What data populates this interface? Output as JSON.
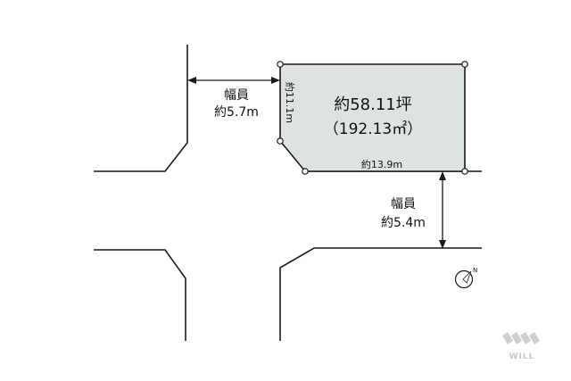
{
  "lot": {
    "area_tsubo": "約58.11坪",
    "area_sqm": "（192.13㎡）",
    "side_left": "約11.1m",
    "side_bottom": "約13.9m"
  },
  "roads": [
    {
      "title": "幅員",
      "width": "約5.7m"
    },
    {
      "title": "幅員",
      "width": "約5.4m"
    }
  ],
  "compass": {
    "label": "N",
    "icon": "north-arrow-icon"
  },
  "logo": {
    "text": "WILL",
    "icon": "will-logo-icon"
  },
  "colors": {
    "lot_fill": "#dde3e1",
    "line": "#1a1a1a",
    "logo": "#c8c8c8"
  }
}
